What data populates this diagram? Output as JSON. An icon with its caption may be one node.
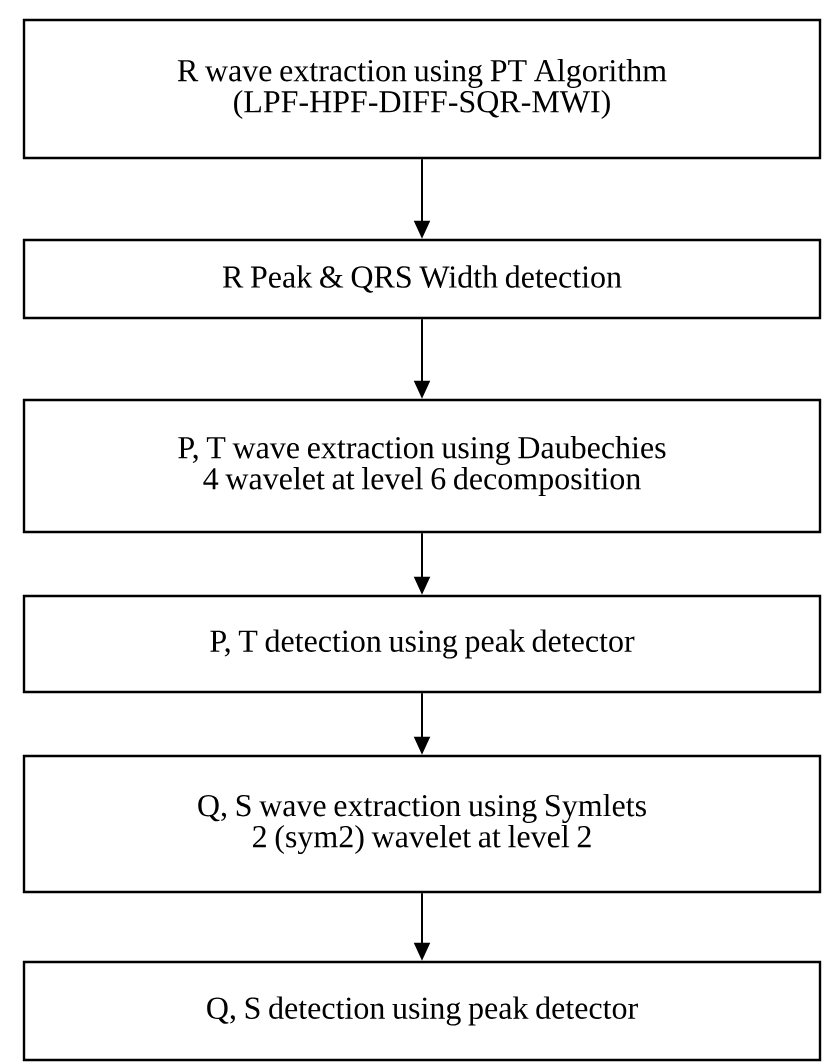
{
  "diagram": {
    "nodes": [
      {
        "text": [
          "R wave extraction using PT Algorithm (LPF-HPF-DIFF-SQR-MWI)"
        ]
      },
      {
        "text": [
          "R Peak & QRS Width detection"
        ]
      },
      {
        "text": [
          "P, T wave extraction using Daubechies 4 wavelet at level 6 decomposition"
        ]
      },
      {
        "text": [
          "P, T detection using peak detector"
        ]
      },
      {
        "text": [
          "Q, S wave extraction using Symlets 2 (sym2) wavelet at level 2"
        ]
      },
      {
        "text": [
          "Q, S detection using peak detector"
        ]
      }
    ],
    "edges": [
      {
        "from": 0,
        "to": 1,
        "arrow": "to"
      },
      {
        "from": 1,
        "to": 2,
        "arrow": "to"
      },
      {
        "from": 2,
        "to": 3,
        "arrow": "to"
      },
      {
        "from": 3,
        "to": 4,
        "arrow": "to"
      },
      {
        "from": 4,
        "to": 5,
        "arrow": "to"
      }
    ]
  }
}
